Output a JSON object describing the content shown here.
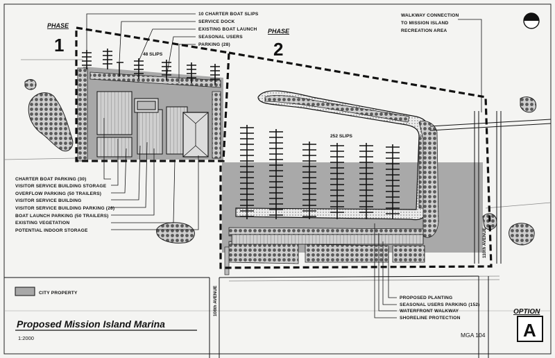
{
  "title": "Proposed Mission Island Marina",
  "scale": "1:2000",
  "drawing_number": "MGA 104",
  "option": {
    "label": "OPTION",
    "letter": "A"
  },
  "phases": [
    {
      "label": "PHASE",
      "number": "1"
    },
    {
      "label": "PHASE",
      "number": "2"
    }
  ],
  "slip_counts": {
    "phase1": "48 SLIPS",
    "phase2": "252 SLIPS"
  },
  "streets": {
    "west": "108th AVENUE",
    "east": "110th AVENUE"
  },
  "legend": {
    "city_property": "CITY PROPERTY",
    "swatch_color": "#a8a8a8"
  },
  "callouts_top": [
    "10 CHARTER BOAT SLIPS",
    "SERVICE DOCK",
    "EXISTING BOAT LAUNCH",
    "SEASONAL USERS",
    "PARKING (28)"
  ],
  "callouts_left": [
    "CHARTER BOAT PARKING (30)",
    "VISITOR SERVICE BUILDING STORAGE",
    "OVERFLOW PARKING (50 TRAILERS)",
    "VISITOR SERVICE BUILDING",
    "VISITOR SERVICE BUILDING PARKING (26)",
    "BOAT LAUNCH PARKING (50 TRAILERS)",
    "EXISTING VEGETATION",
    "POTENTIAL INDOOR STORAGE"
  ],
  "callouts_right_top": [
    "WALKWAY CONNECTION",
    "TO MISSION ISLAND",
    "RECREATION AREA"
  ],
  "callouts_bottom": [
    "PROPOSED PLANTING",
    "SEASONAL USERS PARKING (152)",
    "WATERFRONT WALKWAY",
    "SHORELINE PROTECTION"
  ]
}
